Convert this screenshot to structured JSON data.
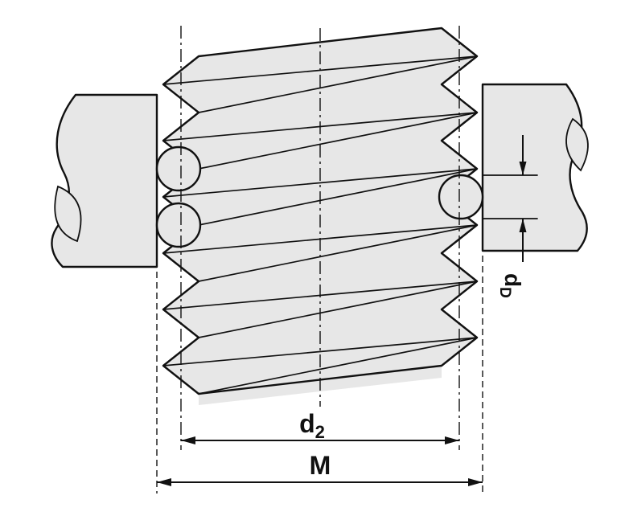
{
  "figure": {
    "labels": {
      "d2": {
        "base": "d",
        "sub": "2"
      },
      "m": "M",
      "dd": {
        "base": "d",
        "sub": "D"
      }
    },
    "colors": {
      "shape_fill": "#e7e7e7",
      "line": "#111111",
      "background": "#ffffff"
    }
  }
}
